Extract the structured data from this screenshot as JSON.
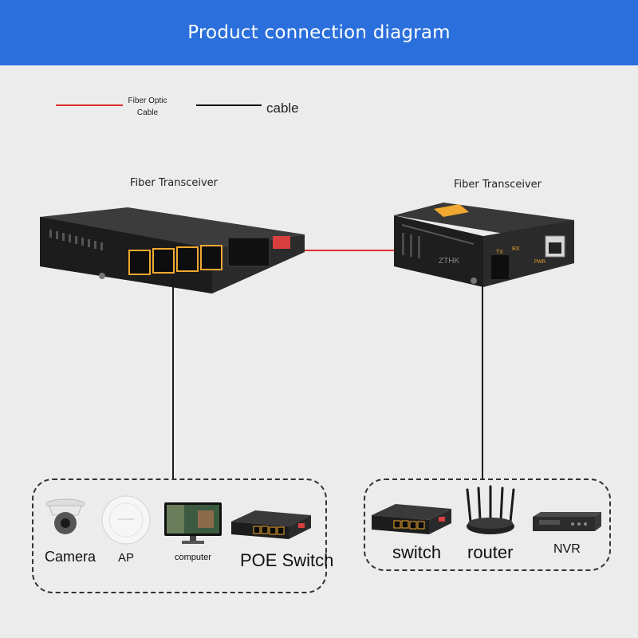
{
  "header": {
    "title": "Product connection diagram"
  },
  "legend": {
    "fiber": {
      "line1": "Fiber Optic",
      "line2": "Cable",
      "color": "#e03030"
    },
    "cable": {
      "label": "cable",
      "color": "#111111"
    }
  },
  "devices": {
    "left": {
      "label": "Fiber Transceiver"
    },
    "right": {
      "label": "Fiber Transceiver",
      "brand": "ZTHK",
      "tx": "TX",
      "rx": "RX",
      "pwr": "PWR"
    }
  },
  "left_group": {
    "items": [
      {
        "label": "Camera",
        "icon": "camera-icon"
      },
      {
        "label": "AP",
        "icon": "access-point-icon"
      },
      {
        "label": "computer",
        "icon": "computer-icon"
      },
      {
        "label": "POE Switch",
        "icon": "poe-switch-icon"
      }
    ]
  },
  "right_group": {
    "items": [
      {
        "label": "switch",
        "icon": "switch-icon"
      },
      {
        "label": "router",
        "icon": "router-icon"
      },
      {
        "label": "NVR",
        "icon": "nvr-icon"
      }
    ]
  },
  "colors": {
    "header": "#2a6fdb",
    "background": "#ececec",
    "port_accent": "#f0a830",
    "fiber": "#e03030"
  }
}
